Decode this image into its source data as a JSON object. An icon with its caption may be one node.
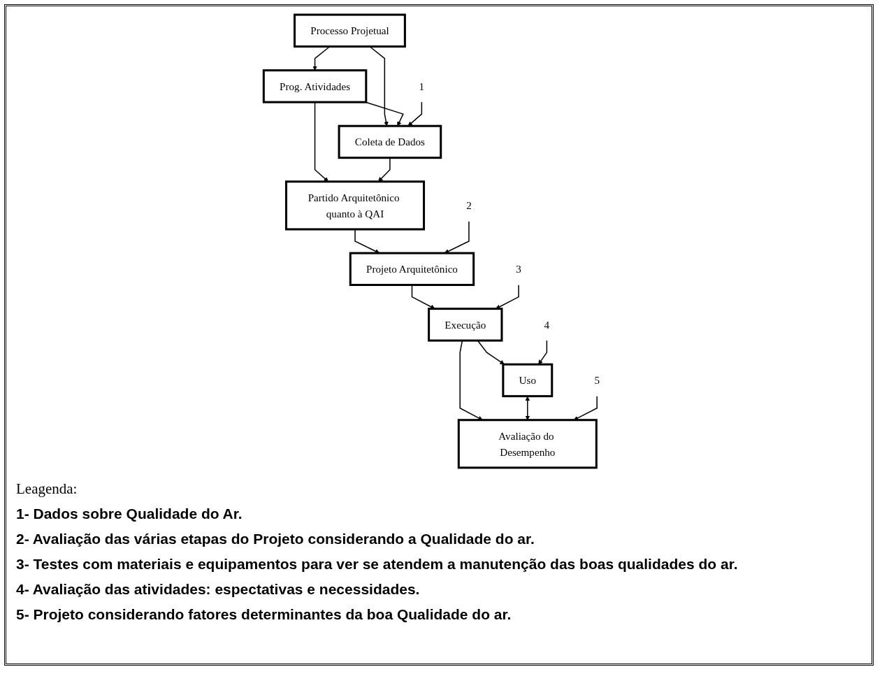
{
  "diagram": {
    "nodes": [
      {
        "text": [
          "Processo Projetual"
        ]
      },
      {
        "text": [
          "Prog. Atividades"
        ]
      },
      {
        "text": [
          "Coleta de Dados"
        ]
      },
      {
        "text": [
          "Partido Arquitetônico quanto à QAI"
        ]
      },
      {
        "text": [
          "Projeto Arquitetônico"
        ]
      },
      {
        "text": [
          "Execução"
        ]
      },
      {
        "text": [
          "Uso"
        ]
      },
      {
        "text": [
          "Avaliação do Desempenho"
        ]
      },
      {
        "text": [
          "1"
        ]
      },
      {
        "text": [
          "2"
        ]
      },
      {
        "text": [
          "3"
        ]
      },
      {
        "text": [
          "4"
        ]
      },
      {
        "text": [
          "5"
        ]
      }
    ],
    "edges": [
      {
        "from": 0,
        "to": 1,
        "arrow": "to"
      },
      {
        "from": 0,
        "to": 2,
        "arrow": "to"
      },
      {
        "from": 1,
        "to": 2,
        "arrow": "to"
      },
      {
        "from": 1,
        "to": 3,
        "arrow": "to"
      },
      {
        "from": 2,
        "to": 3,
        "arrow": "to"
      },
      {
        "from": 3,
        "to": 4,
        "arrow": "to"
      },
      {
        "from": 4,
        "to": 5,
        "arrow": "to"
      },
      {
        "from": 5,
        "to": 6,
        "arrow": "to"
      },
      {
        "from": 5,
        "to": 7,
        "arrow": "to"
      },
      {
        "from": 6,
        "to": 7,
        "arrow": "both"
      },
      {
        "from": 8,
        "to": 2,
        "arrow": "to"
      },
      {
        "from": 9,
        "to": 4,
        "arrow": "to"
      },
      {
        "from": 10,
        "to": 5,
        "arrow": "to"
      },
      {
        "from": 11,
        "to": 6,
        "arrow": "to"
      },
      {
        "from": 12,
        "to": 7,
        "arrow": "to"
      }
    ],
    "labels": [
      "Leagenda:",
      "1- Dados sobre Qualidade do Ar.",
      "2- Avaliação das várias etapas do Projeto considerando a Qualidade do ar.",
      "3- Testes com materiais e equipamentos para ver se atendem a manutenção das boas qualidades do ar.",
      "4- Avaliação das atividades: espectativas e necessidades.",
      "5- Projeto considerando fatores determinantes da boa Qualidade do ar."
    ]
  }
}
